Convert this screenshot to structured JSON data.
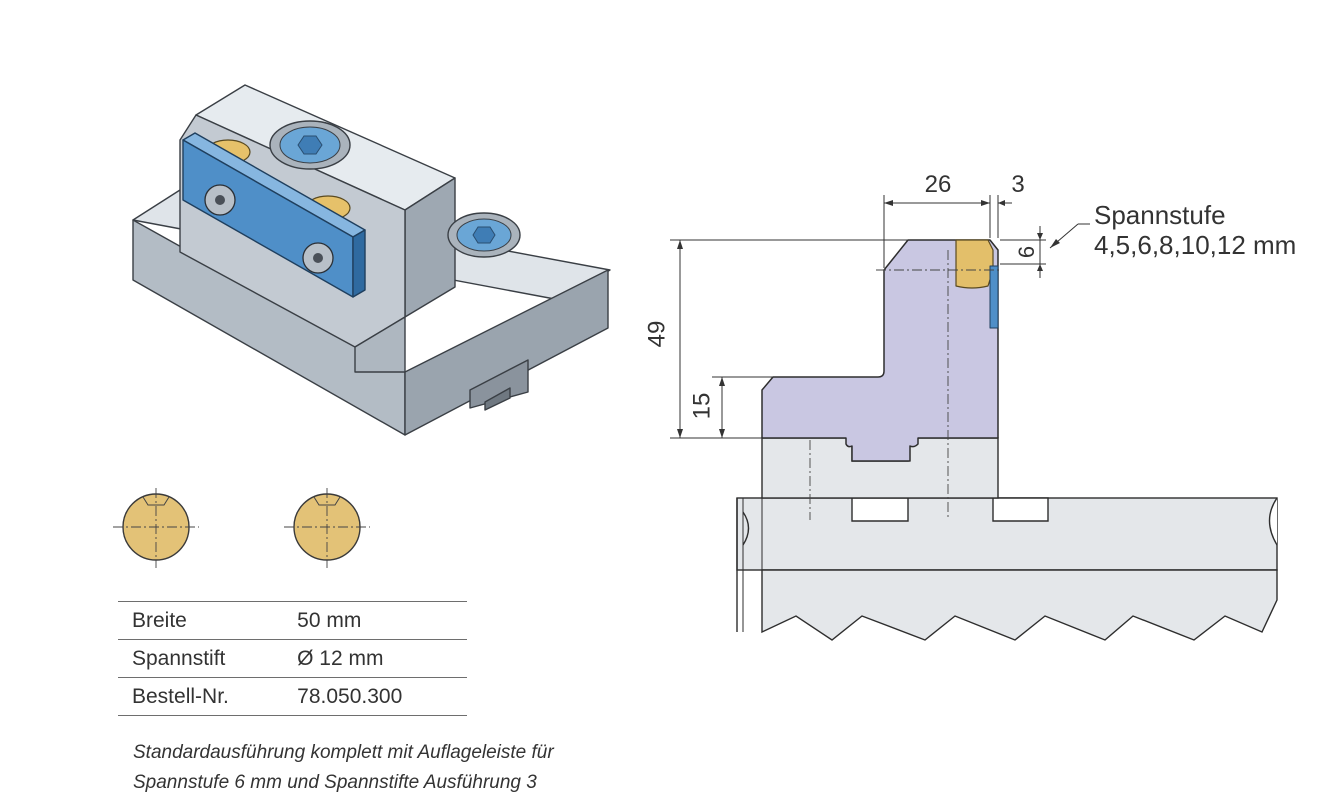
{
  "colors": {
    "steel_light": "#d5dbe1",
    "steel_mid": "#b6bec7",
    "steel_dark": "#8f99a4",
    "blue_strip": "#4f8fc8",
    "brass": "#e3bf6a",
    "jaw_lavender": "#c9c7e2"
  },
  "icons": [
    "hex-socket-screw-icon",
    "clamping-pin-icon"
  ],
  "drawing": {
    "dim_width": "26",
    "dim_offset": "3",
    "dim_step_height": "6",
    "dim_total_height": "49",
    "dim_base_height": "15",
    "callout_title": "Spannstufe",
    "callout_values": "4,5,6,8,10,12 mm"
  },
  "specs": [
    {
      "label": "Breite",
      "value": "50 mm"
    },
    {
      "label": "Spannstift",
      "value": "Ø 12 mm"
    },
    {
      "label": "Bestell-Nr.",
      "value": "78.050.300"
    }
  ],
  "note": {
    "line1": "Standardausführung komplett mit Auflageleiste für",
    "line2": "Spannstufe 6 mm und Spannstifte Ausführung 3"
  }
}
